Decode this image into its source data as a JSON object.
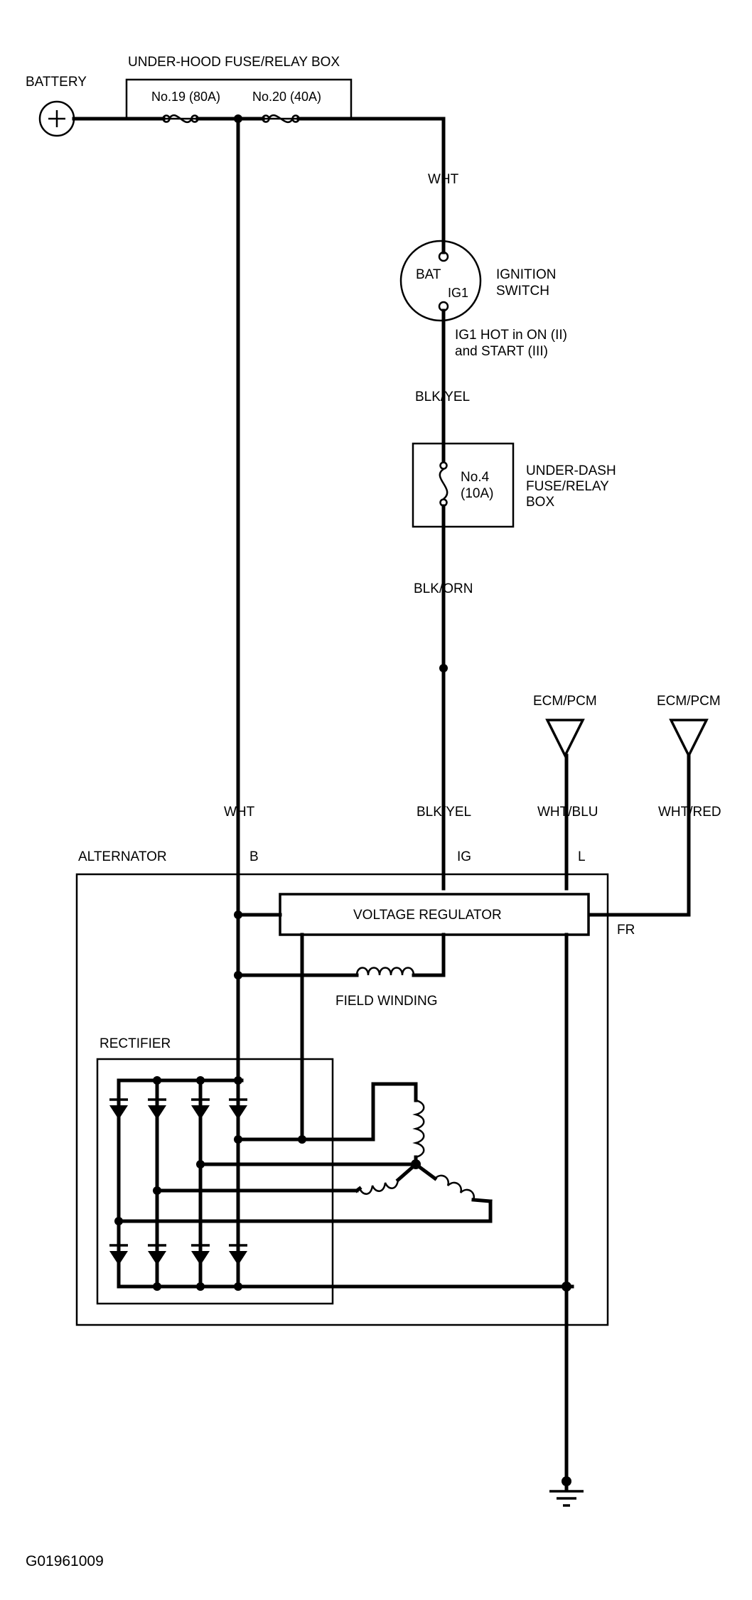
{
  "labels": {
    "battery": "BATTERY",
    "underhood_box": "UNDER-HOOD FUSE/RELAY BOX",
    "fuse19": "No.19 (80A)",
    "fuse20": "No.20 (40A)",
    "wht_top": "WHT",
    "bat": "BAT",
    "ig1": "IG1",
    "ignition_1": "IGNITION",
    "ignition_2": "SWITCH",
    "ig1_hot_1": "IG1 HOT in ON (II)",
    "ig1_hot_2": "and START (III)",
    "blk_yel_top": "BLK/YEL",
    "fuse4_1": "No.4",
    "fuse4_2": "(10A)",
    "underdash_1": "UNDER-DASH",
    "underdash_2": "FUSE/RELAY",
    "underdash_3": "BOX",
    "blk_orn": "BLK/ORN",
    "ecm1": "ECM/PCM",
    "ecm2": "ECM/PCM",
    "wht_mid": "WHT",
    "blk_yel_mid": "BLK/YEL",
    "wht_blu": "WHT/BLU",
    "wht_red": "WHT/RED",
    "alternator": "ALTERNATOR",
    "term_b": "B",
    "term_ig": "IG",
    "term_l": "L",
    "term_fr": "FR",
    "voltage_regulator": "VOLTAGE REGULATOR",
    "field_winding": "FIELD WINDING",
    "rectifier": "RECTIFIER",
    "figure_id": "G01961009"
  }
}
